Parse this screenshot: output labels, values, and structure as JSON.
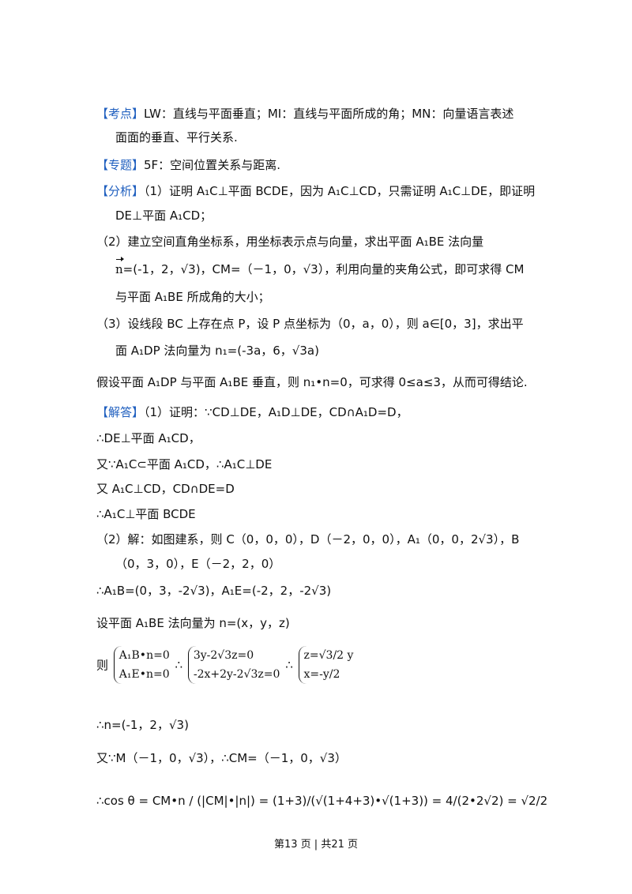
{
  "kaodian": {
    "tag": "【考点】",
    "text1": "LW：直线与平面垂直；MI：直线与平面所成的角；MN：向量语言表述",
    "text2": "面面的垂直、平行关系."
  },
  "zhuanti": {
    "tag": "【专题】",
    "text": "5F：空间位置关系与距离."
  },
  "fenxi": {
    "tag": "【分析】",
    "l1": "（1）证明 A₁C⊥平面 BCDE，因为 A₁C⊥CD，只需证明 A₁C⊥DE，即证明",
    "l2": "DE⊥平面 A₁CD；",
    "l3": "（2）建立空间直角坐标系，用坐标表示点与向量，求出平面 A₁BE 法向量",
    "l4": "=(-1，2，√3)，CM=（－1，0，√3），利用向量的夹角公式，即可求得 CM",
    "l5": "与平面 A₁BE 所成角的大小；",
    "l6": "（3）设线段 BC 上存在点 P，设 P 点坐标为（0，a，0），则 a∈[0，3]，求出平",
    "l7": "面 A₁DP 法向量为 n₁=(-3a，6，√3a)",
    "l8": "假设平面 A₁DP 与平面 A₁BE 垂直，则 n₁•n=0，可求得 0≤a≤3，从而可得结论."
  },
  "jieda": {
    "tag": "【解答】",
    "l1": "（1）证明：∵CD⊥DE，A₁D⊥DE，CD∩A₁D=D，",
    "l2": "∴DE⊥平面 A₁CD，",
    "l3": "又∵A₁C⊂平面 A₁CD，∴A₁C⊥DE",
    "l4": "又 A₁C⊥CD，CD∩DE=D",
    "l5": "∴A₁C⊥平面 BCDE",
    "l6": "（2）解：如图建系，则 C（0，0，0），D（－2，0，0），A₁（0，0，2√3），B",
    "l7": "（0，3，0），E（－2，2，0）",
    "l8": "∴A₁B=(0，3，-2√3)，A₁E=(-2，2，-2√3)",
    "l9": "设平面 A₁BE 法向量为 n=(x，y，z)",
    "l10_prefix": "则",
    "sys1_a": "A₁B•n=0",
    "sys1_b": "A₁E•n=0",
    "sys2_a": "3y-2√3z=0",
    "sys2_b": "-2x+2y-2√3z=0",
    "sys3_a": "z=√3/2 y",
    "sys3_b": "x=-y/2",
    "l11": "∴n=(-1，2，√3)",
    "l12": "又∵M（－1，0，√3），∴CM=（－1，0，√3）",
    "l13": "∴cos θ = CM•n / (|CM|•|n|) = (1+3)/(√(1+4+3)•√(1+3)) = 4/(2•2√2) = √2/2"
  },
  "footer": {
    "text": "第13 页  |  共21 页"
  }
}
